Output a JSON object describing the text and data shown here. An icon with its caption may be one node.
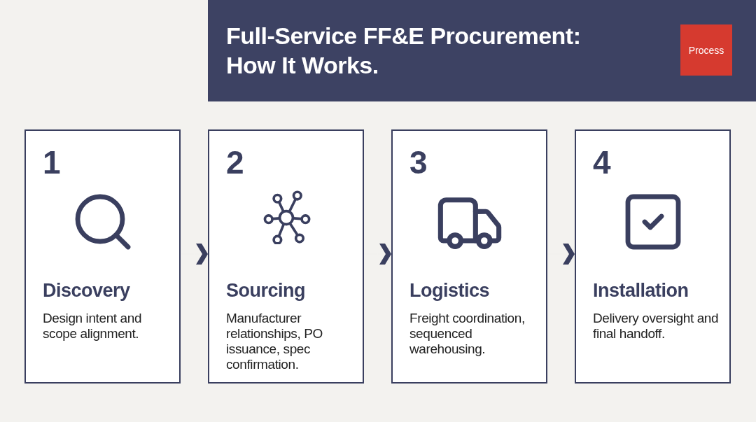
{
  "diagram": {
    "title": "Full-Service FF&E Procurement: How It Works.",
    "nodes": [
      {
        "text": [
          "1",
          "Discovery",
          "Design intent and scope alignment."
        ]
      },
      {
        "text": [
          "2",
          "Sourcing",
          "Manufacturer relationships, PO issuance, spec confirmation."
        ]
      },
      {
        "text": [
          "3",
          "Logistics",
          "Freight coordination, sequenced warehousing."
        ]
      },
      {
        "text": [
          "4",
          "Installation",
          "Delivery oversight and final handoff."
        ]
      }
    ],
    "edges": [
      {
        "from": 0,
        "to": 1,
        "arrow": "to"
      },
      {
        "from": 1,
        "to": 2,
        "arrow": "to"
      },
      {
        "from": 2,
        "to": 3,
        "arrow": "to"
      }
    ],
    "labels": [
      "Process"
    ]
  }
}
